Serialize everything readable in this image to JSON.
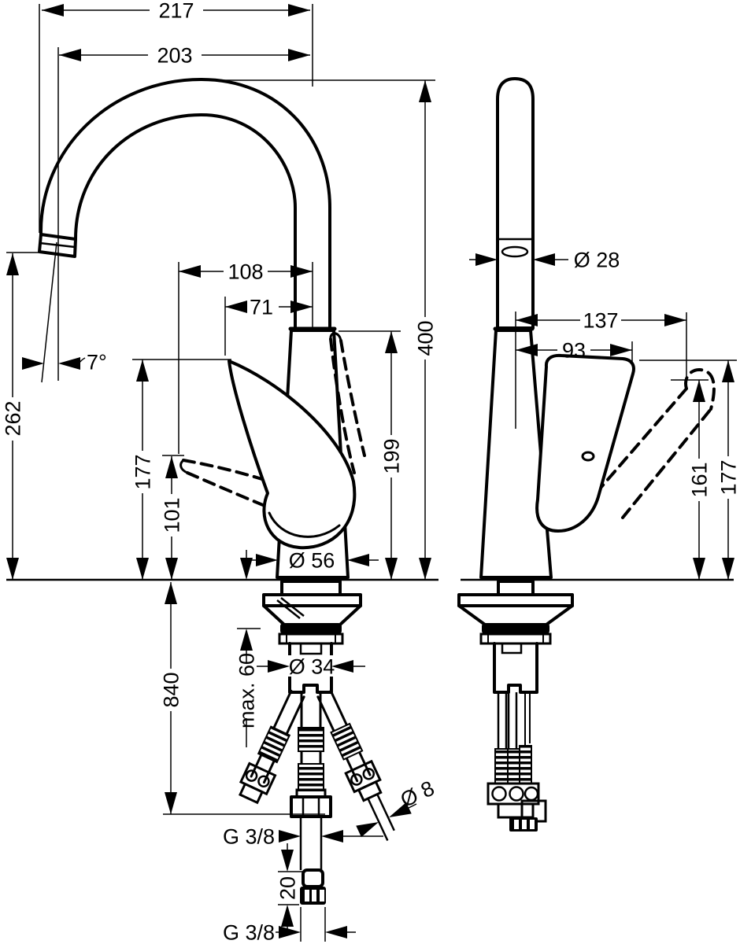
{
  "document": {
    "type": "technical dimensional drawing",
    "subject": "single-lever kitchen mixer with high swivel spout, front and side view",
    "units": "mm",
    "line_color": "#000000",
    "background_color": "#ffffff"
  },
  "front_view": {
    "dims": {
      "overall_width": "217",
      "spout_reach": "203",
      "handle_to_axis_lowered": "108",
      "handle_to_axis": "71",
      "spout_angle": "7°",
      "outlet_height": "262",
      "handle_height": "177",
      "handle_lowered_height": "101",
      "body_height": "199",
      "overall_height": "400",
      "base_diameter": "Ø 56",
      "hose_length": "840",
      "max_deck_thickness": "max. 60",
      "shank_diameter": "Ø 34",
      "hose_connection": "G 3/8",
      "hose_outer_diameter": "Ø 8",
      "adapter_length": "20",
      "adapter_connection": "G 3/8"
    }
  },
  "side_view": {
    "dims": {
      "spout_pipe_diameter": "Ø 28",
      "handle_reach_raised": "137",
      "handle_reach": "93",
      "handle_raised_height": "161",
      "handle_height": "177"
    }
  }
}
